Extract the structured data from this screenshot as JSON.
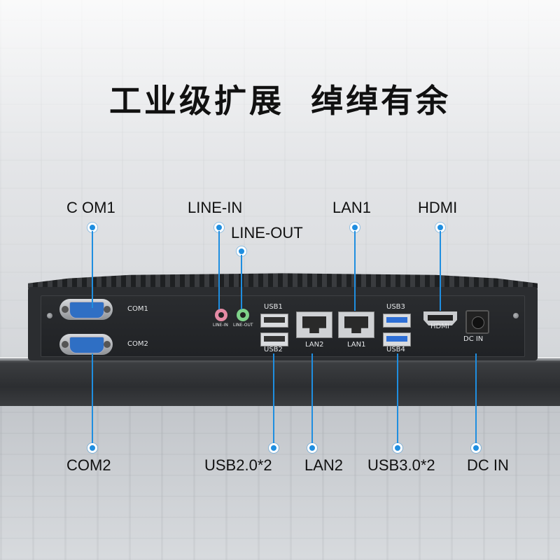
{
  "headline": "工业级扩展  绰绰有余",
  "colors": {
    "accent": "#1f8ee0",
    "port_blue": "#2f6fc4"
  },
  "callouts_top": {
    "com1": "C OM1",
    "line_in": "LINE-IN",
    "line_out": "LINE-OUT",
    "lan1": "LAN1",
    "hdmi": "HDMI"
  },
  "callouts_bottom": {
    "com2": "COM2",
    "usb2": "USB2.0*2",
    "lan2": "LAN2",
    "usb3": "USB3.0*2",
    "dc_in": "DC IN"
  },
  "plate_labels": {
    "com1": "COM1",
    "com2": "COM2",
    "line_in": "LINE-IN",
    "line_out": "LINE-OUT",
    "usb1": "USB1",
    "usb2": "USB2",
    "lan2": "LAN2",
    "lan1": "LAN1",
    "usb3": "USB3",
    "usb4": "USB4",
    "hdmi": "HDMI",
    "dc_in": "DC IN"
  }
}
